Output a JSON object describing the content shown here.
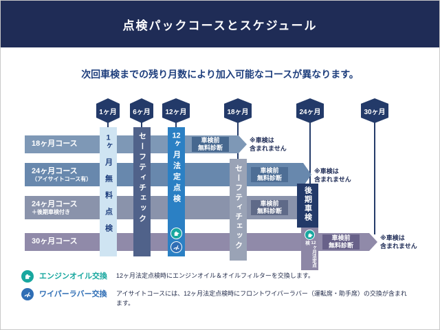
{
  "colors": {
    "header_bg": "#1f2c56",
    "navy_accent": "#233a69",
    "subtitle_text": "#1e3e7d",
    "course_18m_bar": "#7e98b6",
    "course_24m_eyesight_bar": "#6888ad",
    "course_24m_late_bar": "#8a93ab",
    "course_30m_bar": "#908aa9",
    "free_1m_column": "#cfe4f2",
    "safety_check_column_dark": "#50628a",
    "safety_check_column_light": "#9aa3b6",
    "legal_12m_column": "#2b80c4",
    "legal_12m_second_column": "#8d87a6",
    "late_inspection_box": "#233a69",
    "oil_accent": "#18a79f",
    "wiper_accent": "#2f6eb5"
  },
  "header": {
    "title": "点検パックコースとスケジュール"
  },
  "subtitle": "次回車検までの残り月数により加入可能なコースが異なります。",
  "timeline": {
    "badges": [
      "1ヶ月",
      "6ヶ月",
      "12ヶ月",
      "18ヶ月",
      "24ヶ月",
      "30ヶ月"
    ]
  },
  "courses": [
    {
      "label": "18ヶ月コース",
      "sublabel": "",
      "diagnosis": "車検前\n無料診断",
      "note": "※車検は\n含まれません"
    },
    {
      "label": "24ヶ月コース",
      "sublabel": "（アイサイトコース有）",
      "diagnosis": "車検前\n無料診断",
      "note": "※車検は\n含まれません"
    },
    {
      "label": "24ヶ月コース",
      "sublabel": "＋後期車検付き",
      "diagnosis": "車検前\n無料診断",
      "note": ""
    },
    {
      "label": "30ヶ月コース",
      "sublabel": "",
      "diagnosis": "車検前\n無料診断",
      "note": "※車検は\n含まれません"
    }
  ],
  "columns": {
    "free_1m": "1ヶ月無料点検",
    "safety_check_1": "セーフティチェック",
    "legal_12m": "12ヶ月法定点検",
    "safety_check_2": "セーフティチェック",
    "late_inspection": "後期車検",
    "legal_12m_second": "12ヶ月法定点検"
  },
  "icons": {
    "oil": "oil-icon",
    "wiper": "wiper-icon"
  },
  "legend": [
    {
      "icon": "oil-icon",
      "label": "エンジンオイル交換",
      "desc": "12ヶ月法定点検時にエンジンオイル＆オイルフィルターを交換します。"
    },
    {
      "icon": "wiper-icon",
      "label": "ワイパーラバー交換",
      "desc": "アイサイトコースには、12ヶ月法定点検時にフロントワイパーラバー（運転席・助手席）の交換が含まれます。"
    }
  ]
}
